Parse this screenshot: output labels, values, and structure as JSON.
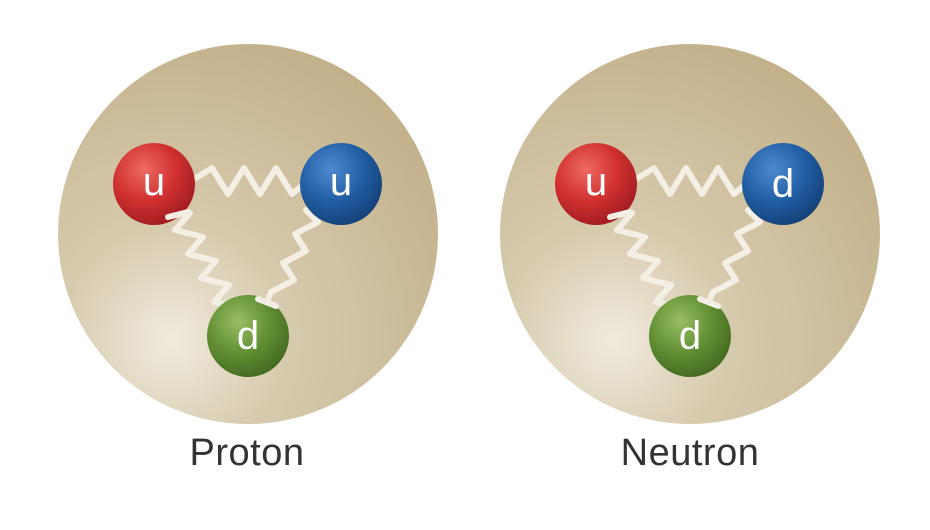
{
  "particles": [
    {
      "id": "proton",
      "label": "Proton",
      "quarks": [
        {
          "position": "top-left",
          "flavor": "u",
          "color": "red"
        },
        {
          "position": "top-right",
          "flavor": "u",
          "color": "blue"
        },
        {
          "position": "bottom",
          "flavor": "d",
          "color": "green"
        }
      ]
    },
    {
      "id": "neutron",
      "label": "Neutron",
      "quarks": [
        {
          "position": "top-left",
          "flavor": "u",
          "color": "red"
        },
        {
          "position": "top-right",
          "flavor": "d",
          "color": "blue"
        },
        {
          "position": "bottom",
          "flavor": "d",
          "color": "green"
        }
      ]
    }
  ],
  "colors": {
    "sphere": "#c9b994",
    "gluon": "#f4efe4",
    "red": "#c4262e",
    "blue": "#1d5ea1",
    "green": "#5d8a2e",
    "caption": "#333333"
  }
}
